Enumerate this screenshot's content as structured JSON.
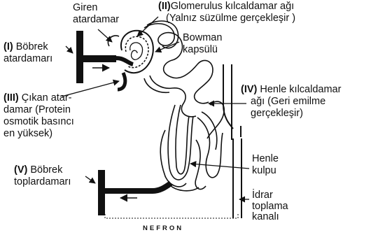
{
  "labels": {
    "giren_line1": "Giren",
    "giren_line2": "atardamar",
    "glom_num": "(II)",
    "glom_line1": "Glomerulus kılcaldamar ağı",
    "glom_line2": "(Yalnız süzülme gerçekleşir )",
    "bowman_line1": "Bowman",
    "bowman_line2": "kapsülü",
    "bobrek_art_num": "(I)",
    "bobrek_art_line1": "Böbrek",
    "bobrek_art_line2": "atardamarı",
    "cikan_num": "(III)",
    "cikan_line1": "Çıkan atar-",
    "cikan_line2": "damar (Protein",
    "cikan_line3": "osmotik basıncı",
    "cikan_line4": "en yüksek)",
    "henle_kilcal_num": "(IV)",
    "henle_kilcal_line1": "Henle kılcaldamar",
    "henle_kilcal_line2": "ağı (Geri emilme",
    "henle_kilcal_line3": "gerçekleşir)",
    "henle_kulpu_line1": "Henle",
    "henle_kulpu_line2": "kulpu",
    "bobrek_top_num": "(V)",
    "bobrek_top_line1": "Böbrek",
    "bobrek_top_line2": "toplardamarı",
    "idrar_line1": "İdrar",
    "idrar_line2": "toplama",
    "idrar_line3": "kanalı",
    "nefron": "NEFRON"
  }
}
